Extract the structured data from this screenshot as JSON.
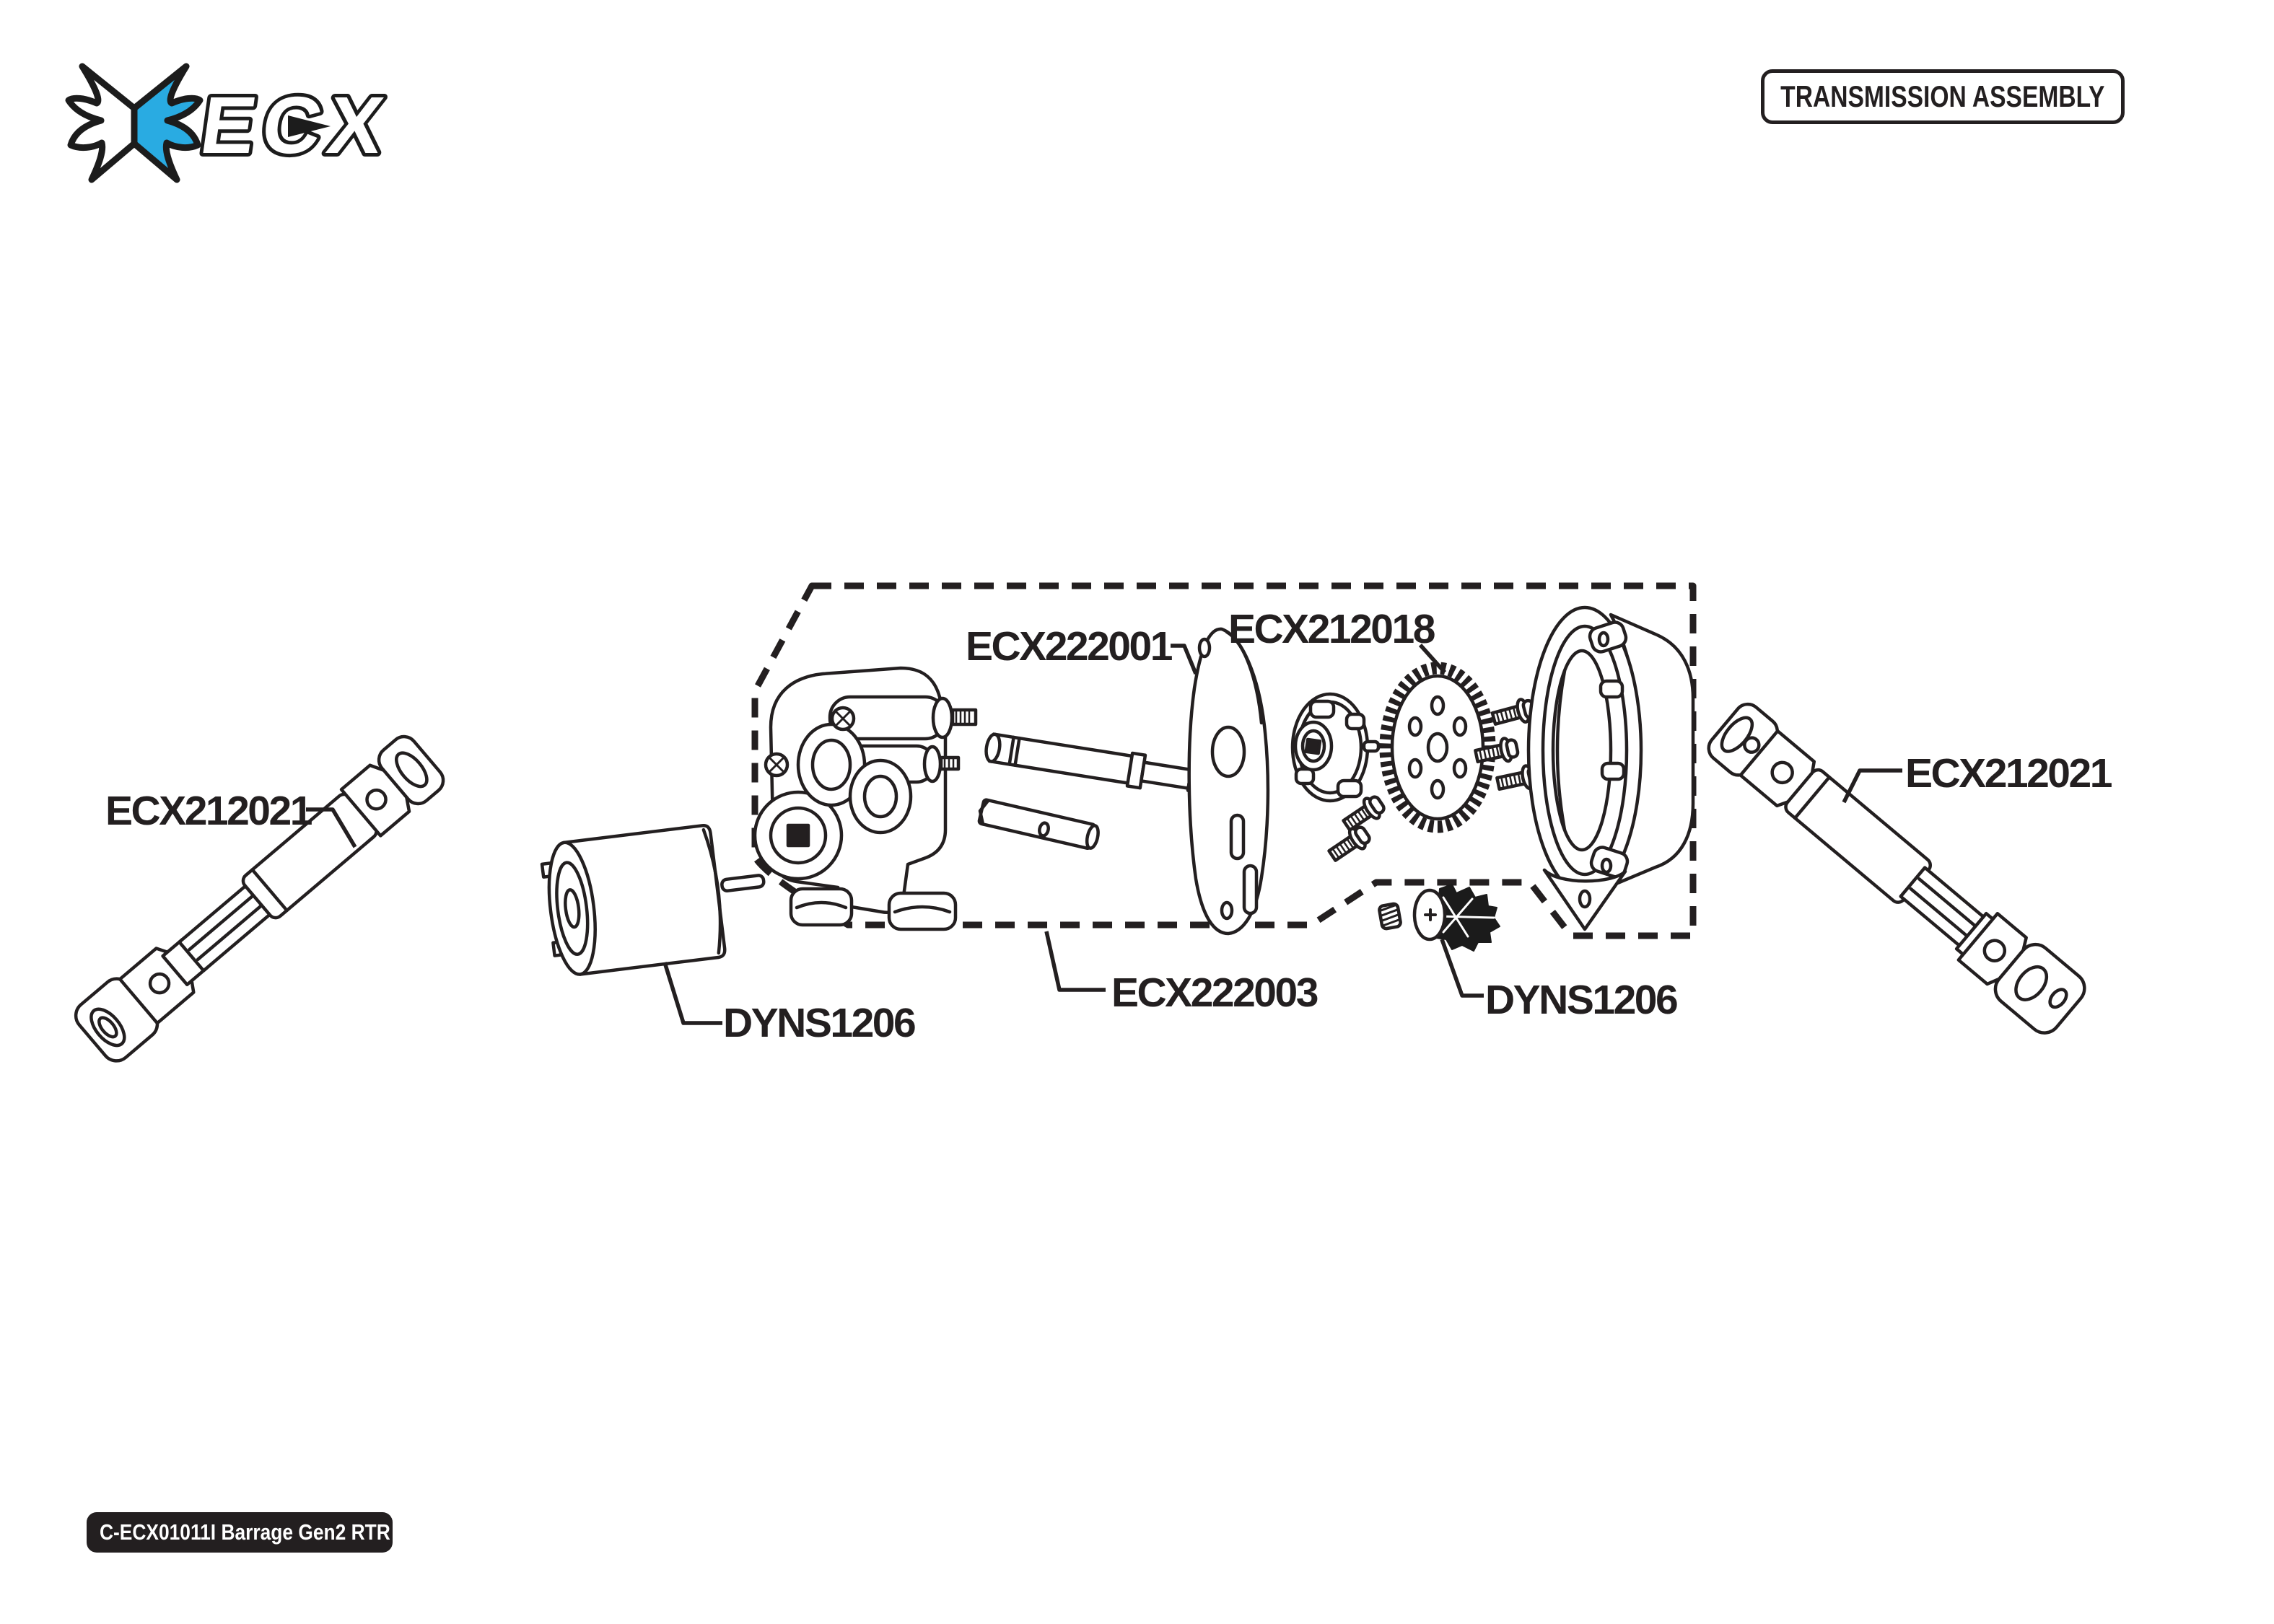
{
  "header": {
    "brand": "ECX",
    "title": "TRANSMISSION ASSEMBLY"
  },
  "footer": {
    "code": "C-ECX01011I Barrage Gen2 RTR"
  },
  "colors": {
    "ink": "#231F20",
    "accent": "#29ABE2"
  },
  "diagram": {
    "type": "exploded-parts-diagram",
    "callouts": [
      {
        "target": "driveshaft-left",
        "part": "ECX212021"
      },
      {
        "target": "motor-plate",
        "part": "ECX222001"
      },
      {
        "target": "spur-gear-slipper",
        "part": "ECX212018"
      },
      {
        "target": "motor",
        "part": "DYNS1206"
      },
      {
        "target": "transmission-case-set",
        "part": "ECX222003"
      },
      {
        "target": "pinion-gear",
        "part": "DYNS1206"
      },
      {
        "target": "driveshaft-right",
        "part": "ECX212021"
      }
    ]
  }
}
